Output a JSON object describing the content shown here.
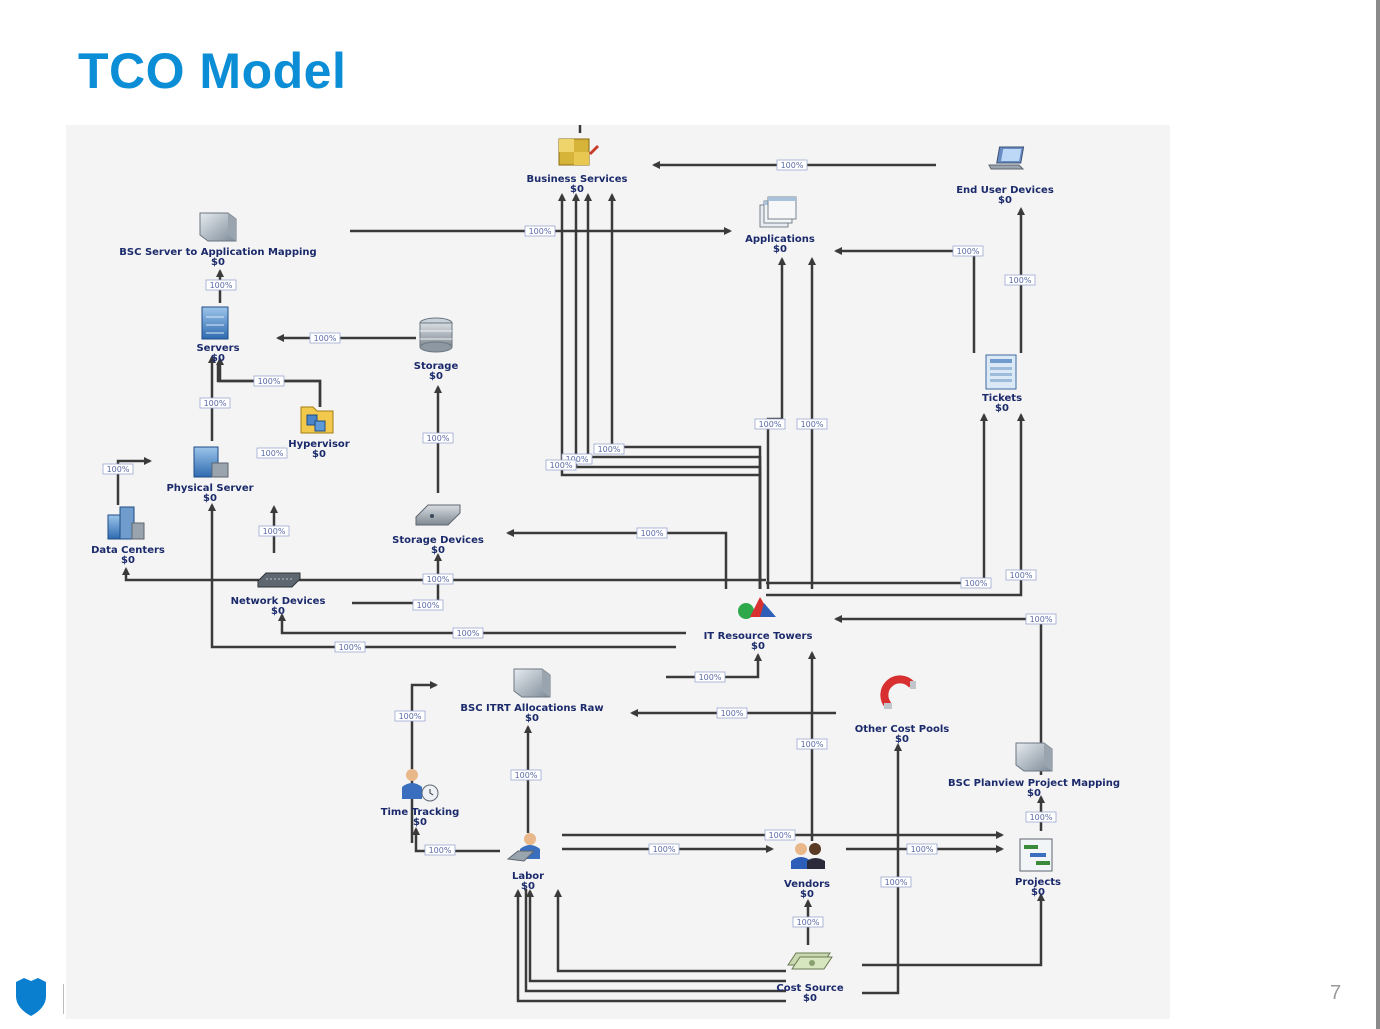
{
  "slide": {
    "title": "TCO Model",
    "page_number": "7"
  },
  "nodes": [
    {
      "id": "business-services",
      "label": "Business Services",
      "value": "$0",
      "icon": "business-services-icon"
    },
    {
      "id": "end-user-devices",
      "label": "End User Devices",
      "value": "$0",
      "icon": "laptop-icon"
    },
    {
      "id": "applications",
      "label": "Applications",
      "value": "$0",
      "icon": "windows-stack-icon"
    },
    {
      "id": "bsc-server-to-application-mapping",
      "label": "BSC Server to Application Mapping",
      "value": "$0",
      "icon": "cube-icon"
    },
    {
      "id": "servers",
      "label": "Servers",
      "value": "$0",
      "icon": "server-icon"
    },
    {
      "id": "storage",
      "label": "Storage",
      "value": "$0",
      "icon": "database-icon"
    },
    {
      "id": "tickets",
      "label": "Tickets",
      "value": "$0",
      "icon": "ticket-form-icon"
    },
    {
      "id": "hypervisor",
      "label": "Hypervisor",
      "value": "$0",
      "icon": "folder-cubes-icon"
    },
    {
      "id": "physical-server",
      "label": "Physical Server",
      "value": "$0",
      "icon": "physical-server-icon"
    },
    {
      "id": "data-centers",
      "label": "Data Centers",
      "value": "$0",
      "icon": "buildings-icon"
    },
    {
      "id": "storage-devices",
      "label": "Storage Devices",
      "value": "$0",
      "icon": "disk-drive-icon"
    },
    {
      "id": "network-devices",
      "label": "Network Devices",
      "value": "$0",
      "icon": "network-switch-icon"
    },
    {
      "id": "it-resource-towers",
      "label": "IT Resource Towers",
      "value": "$0",
      "icon": "shapes-icon"
    },
    {
      "id": "bsc-itrt-allocations-raw",
      "label": "BSC ITRT Allocations Raw",
      "value": "$0",
      "icon": "cube-icon"
    },
    {
      "id": "other-cost-pools",
      "label": "Other Cost Pools",
      "value": "$0",
      "icon": "magnet-icon"
    },
    {
      "id": "bsc-planview-project-mapping",
      "label": "BSC Planview Project Mapping",
      "value": "$0",
      "icon": "cube-icon"
    },
    {
      "id": "time-tracking",
      "label": "Time Tracking",
      "value": "$0",
      "icon": "person-clock-icon"
    },
    {
      "id": "labor",
      "label": "Labor",
      "value": "$0",
      "icon": "person-desk-icon"
    },
    {
      "id": "vendors",
      "label": "Vendors",
      "value": "$0",
      "icon": "people-icon"
    },
    {
      "id": "projects",
      "label": "Projects",
      "value": "$0",
      "icon": "gantt-icon"
    },
    {
      "id": "cost-source",
      "label": "Cost Source",
      "value": "$0",
      "icon": "money-icon"
    }
  ],
  "edge_labels": [
    "100%",
    "100%",
    "100%",
    "100%",
    "100%",
    "100%",
    "100%",
    "100%",
    "100%",
    "100%",
    "100%",
    "100%",
    "100%",
    "100%",
    "100%",
    "100%",
    "100%",
    "100%",
    "100%",
    "100%",
    "100%",
    "100%",
    "100%",
    "100%",
    "100%",
    "100%",
    "100%",
    "100%",
    "100%",
    "100%",
    "100%",
    "100%",
    "100%",
    "100%",
    "100%",
    "100%",
    "100%"
  ],
  "colors": {
    "title": "#0b8ed6",
    "node_text": "#1b2a6b",
    "edge": "#3a3a3a",
    "canvas": "#f4f4f4"
  }
}
